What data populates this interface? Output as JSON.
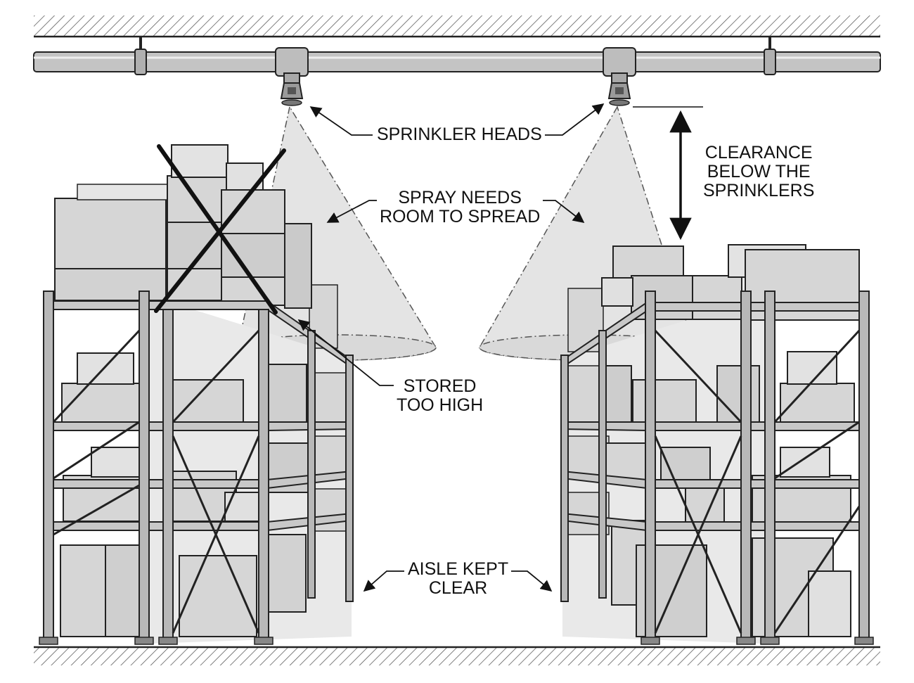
{
  "labels": {
    "sprinkler_heads": "SPRINKLER HEADS",
    "clearance": [
      "CLEARANCE",
      "BELOW THE",
      "SPRINKLERS"
    ],
    "spray": [
      "SPRAY NEEDS",
      "ROOM TO SPREAD"
    ],
    "stored": [
      "STORED",
      "TOO HIGH"
    ],
    "aisle": [
      "AISLE KEPT",
      "CLEAR"
    ]
  },
  "colors": {
    "ink": "#1a1a1a",
    "box_fill": "#d6d6d6",
    "box_top": "#e6e6e6",
    "rack_fill": "#b8b8b8",
    "pipe_fill": "#c4c4c4",
    "spray_fill": "#e4e4e4",
    "hatch": "#555555"
  },
  "icons": {
    "sprinkler": "sprinkler-head-icon",
    "cross": "x-mark-icon"
  }
}
